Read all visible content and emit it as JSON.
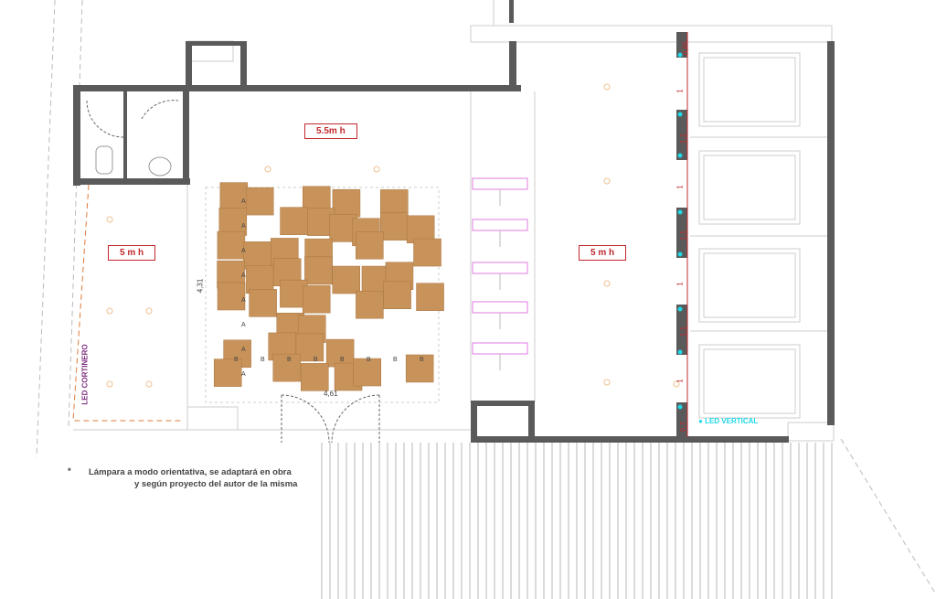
{
  "rooms": {
    "main_height": "5.5m h",
    "left_height": "5 m h",
    "right_height": "5 m h"
  },
  "labels": {
    "led_cortinero": "LED CORTINERO",
    "led_vertical": "LED VERTICAL"
  },
  "dimensions": {
    "installation_height": "4,31",
    "installation_width": "4,61",
    "right_wall": [
      "0,65",
      "1",
      "1,1",
      "1",
      "1,1",
      "1",
      "1,1",
      "1",
      "0,7"
    ]
  },
  "installation_markers": {
    "row": "A",
    "column": "B"
  },
  "note": {
    "asterisk": "*",
    "line1": "Lámpara a modo orientativa, se adaptará en obra",
    "line2": "y según proyecto del autor de la misma"
  },
  "colors": {
    "wall": "#5a5a5a",
    "tile": "#c8935a",
    "dimension": "#c0282d",
    "led": "#1fd8e8",
    "cortinero": "#7b2d7f"
  }
}
